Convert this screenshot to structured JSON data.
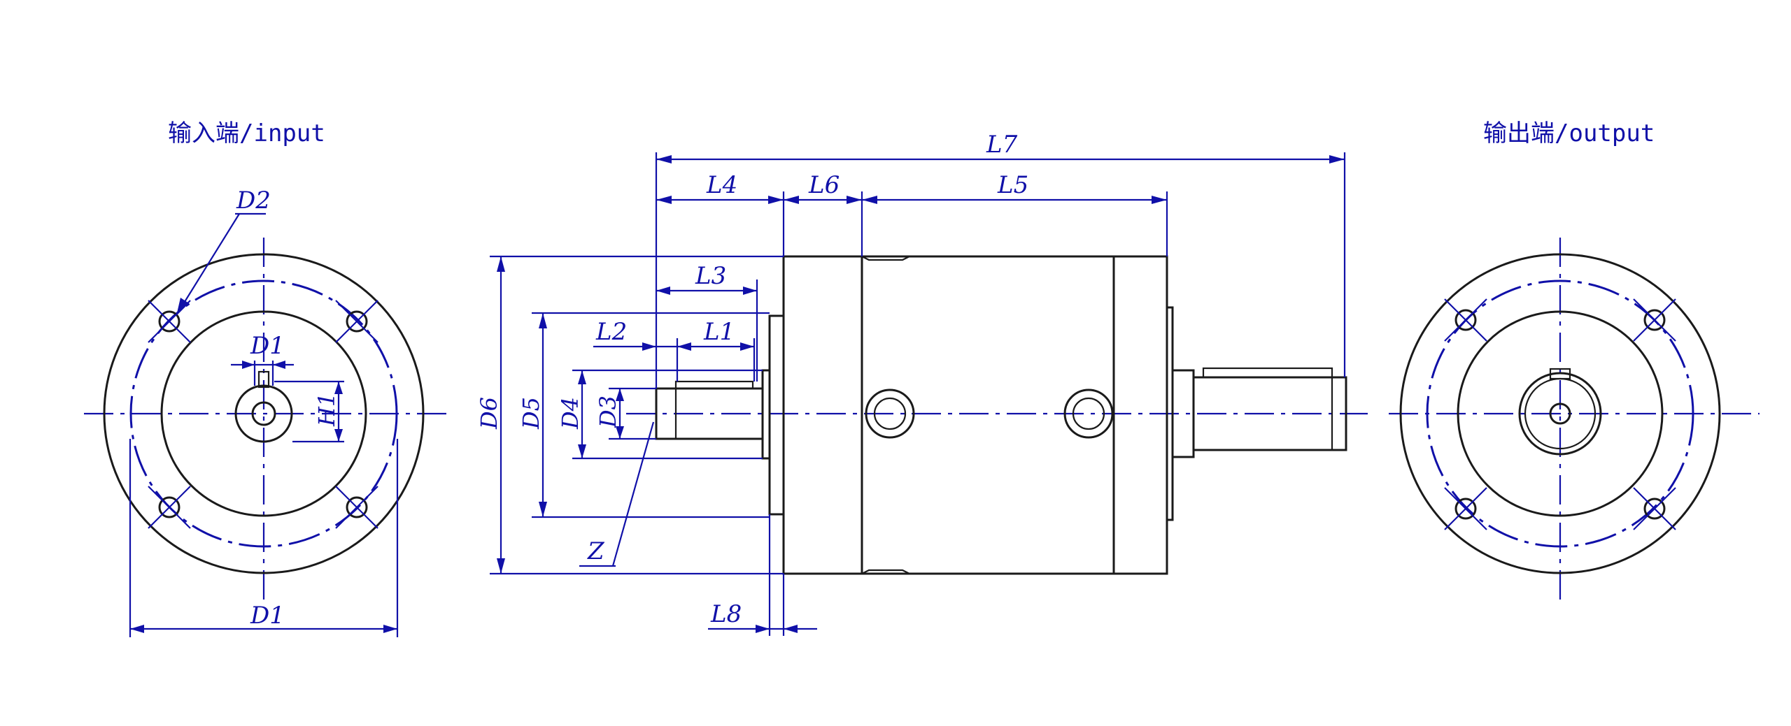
{
  "views": {
    "input_title": "输入端/input",
    "output_title": "输出端/output"
  },
  "dimensions": {
    "L1": "L1",
    "L2": "L2",
    "L3": "L3",
    "L4": "L4",
    "L5": "L5",
    "L6": "L6",
    "L7": "L7",
    "L8": "L8",
    "D1": "D1",
    "D2": "D2",
    "D3": "D3",
    "D4": "D4",
    "D5": "D5",
    "D6": "D6",
    "H1": "H1",
    "Z": "Z"
  },
  "colors": {
    "dimension_lines": "#1010a8",
    "outline": "#1a1a1a",
    "background": "#ffffff"
  }
}
